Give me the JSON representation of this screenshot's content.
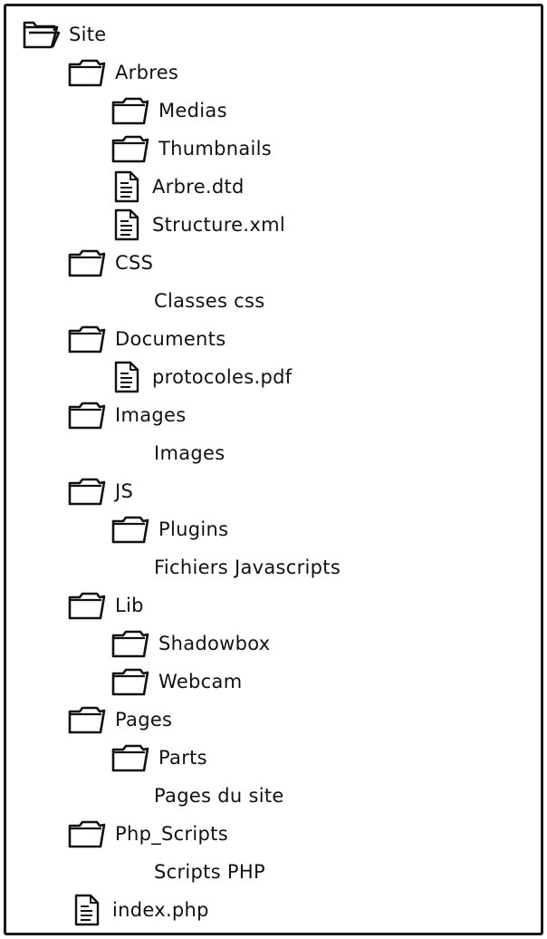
{
  "tree": {
    "root": "Site",
    "arbres": "Arbres",
    "medias": "Medias",
    "thumbnails": "Thumbnails",
    "arbre_dtd": "Arbre.dtd",
    "structure_xml": "Structure.xml",
    "css": "CSS",
    "classes_css": "Classes css",
    "documents": "Documents",
    "protocoles_pdf": "protocoles.pdf",
    "images": "Images",
    "images_desc": "Images",
    "js": "JS",
    "plugins": "Plugins",
    "fichiers_js": "Fichiers Javascripts",
    "lib": "Lib",
    "shadowbox": "Shadowbox",
    "webcam": "Webcam",
    "pages": "Pages",
    "parts": "Parts",
    "pages_du_site": "Pages du site",
    "php_scripts": "Php_Scripts",
    "scripts_php": "Scripts PHP",
    "index_php": "index.php"
  },
  "icons": {
    "root": "folder-open-icon",
    "folder": "folder-icon",
    "file": "text-file-icon"
  },
  "colors": {
    "stroke": "#111111",
    "background": "#ffffff"
  }
}
